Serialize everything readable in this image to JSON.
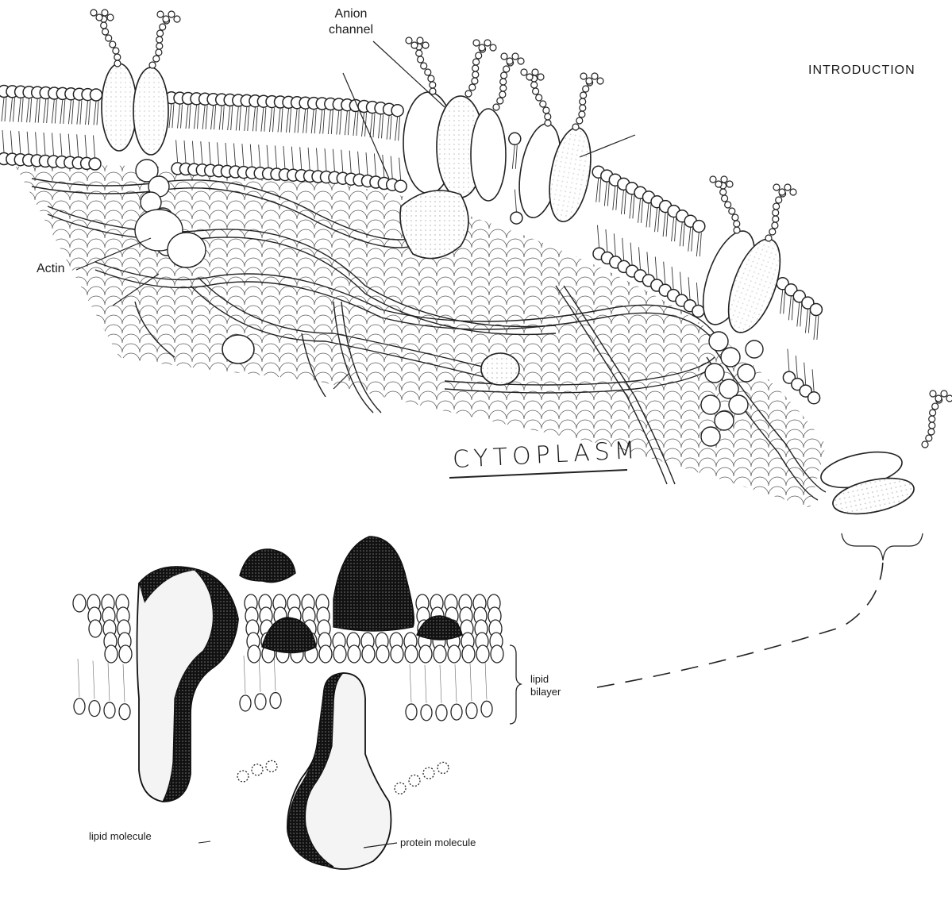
{
  "header": {
    "section": "INTRODUCTION"
  },
  "labels": {
    "anion_channel_line1": "Anion",
    "anion_channel_line2": "channel",
    "actin": "Actin",
    "cytoplasm": "CYTOPLASM",
    "lipid_bilayer_line1": "lipid",
    "lipid_bilayer_line2": "bilayer",
    "lipid_molecule": "lipid molecule",
    "protein_molecule": "protein molecule"
  },
  "colors": {
    "ink": "#1a1a1a",
    "protein_fill": "#f2f2f2",
    "protein_shade": "#222222",
    "background": "#ffffff"
  }
}
